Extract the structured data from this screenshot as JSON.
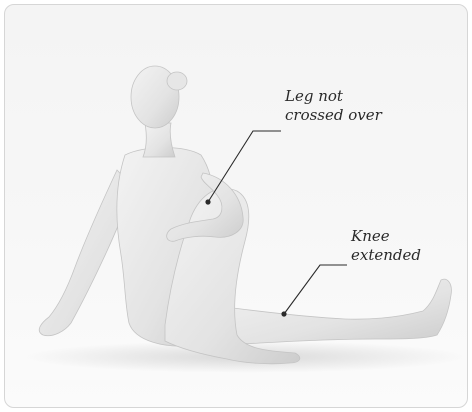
{
  "annotations": {
    "leg": {
      "line1": "Leg not",
      "line2": "crossed over"
    },
    "knee": {
      "line1": "Knee",
      "line2": "extended"
    }
  },
  "colors": {
    "skin": "#e8e8e8",
    "skin_shade": "#cfcfcf",
    "leader_line": "#2a2a2a",
    "background": "#f5f5f5"
  }
}
